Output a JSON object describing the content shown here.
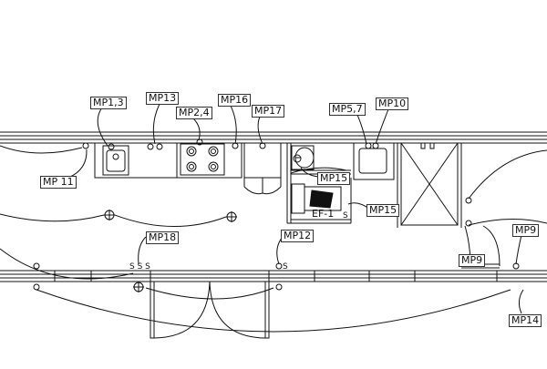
{
  "labels": {
    "mp1_3": "MP1,3",
    "mp13": "MP13",
    "mp16": "MP16",
    "mp2_4": "MP2,4",
    "mp17": "MP17",
    "mp5_7": "MP5,7",
    "mp10": "MP10",
    "mp11": "MP  11",
    "mp15_a": "MP15",
    "mp15_b": "MP15",
    "ef1": "EF-1",
    "mp18": "MP18",
    "mp12": "MP12",
    "mp9_a": "MP9",
    "mp9_b": "MP9",
    "mp14": "MP14",
    "sss": "S S S",
    "s1": "S",
    "s2": "S"
  },
  "colors": {
    "line": "#111111",
    "wall_fill": "#ffffff"
  }
}
